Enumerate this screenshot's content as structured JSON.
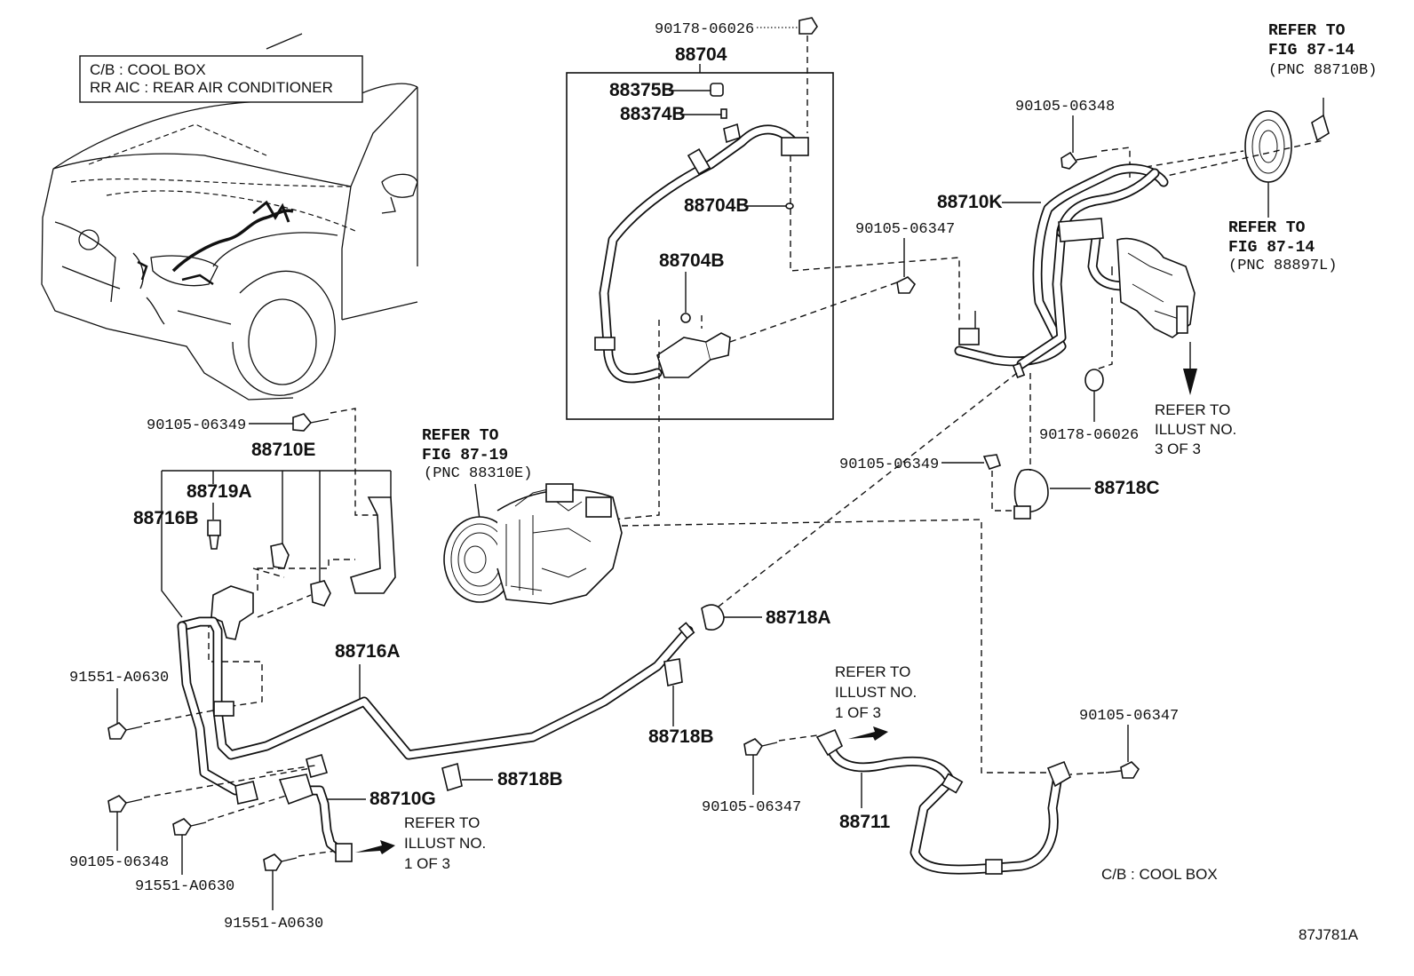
{
  "legend": {
    "line1": "C/B  :  COOL BOX",
    "line2": "RR AIC  :  REAR AIR CONDITIONER"
  },
  "footer_legend": "C/B  :  COOL BOX",
  "figure_code": "87J781A",
  "parts": {
    "p88704": "88704",
    "p88375B": "88375B",
    "p88374B": "88374B",
    "p88704B_a": "88704B",
    "p88704B_b": "88704B",
    "p88710K": "88710K",
    "p88710E": "88710E",
    "p88719A": "88719A",
    "p88716B": "88716B",
    "p88716A": "88716A",
    "p88718A": "88718A",
    "p88718B_a": "88718B",
    "p88718B_b": "88718B",
    "p88718C": "88718C",
    "p88710G": "88710G",
    "p88711": "88711"
  },
  "bolts": {
    "b90178_top": "90178-06026",
    "b90105_06348_top": "90105-06348",
    "b90105_06347_mid": "90105-06347",
    "b90178_right": "90178-06026",
    "b90105_06349_right": "90105-06349",
    "b90105_06349_left": "90105-06349",
    "b91551_a": "91551-A0630",
    "b90105_06348_bot": "90105-06348",
    "b91551_b": "91551-A0630",
    "b91551_c": "91551-A0630",
    "b90105_06347_bot": "90105-06347",
    "b90105_06347_right": "90105-06347"
  },
  "refs": {
    "fig8714_top": {
      "l1": "REFER TO",
      "l2": "FIG 87-14",
      "l3": "(PNC 88710B)"
    },
    "fig8714_mid": {
      "l1": "REFER TO",
      "l2": "FIG 87-14",
      "l3": "(PNC 88897L)"
    },
    "fig8719": {
      "l1": "REFER TO",
      "l2": "FIG 87-19",
      "l3": "(PNC 88310E)"
    },
    "illust3": {
      "l1": "REFER TO",
      "l2": "ILLUST NO.",
      "l3": "3 OF 3"
    },
    "illust1_mid": {
      "l1": "REFER TO",
      "l2": "ILLUST NO.",
      "l3": "1 OF 3"
    },
    "illust1_bot": {
      "l1": "REFER TO",
      "l2": "ILLUST NO.",
      "l3": "1 OF 3"
    }
  }
}
